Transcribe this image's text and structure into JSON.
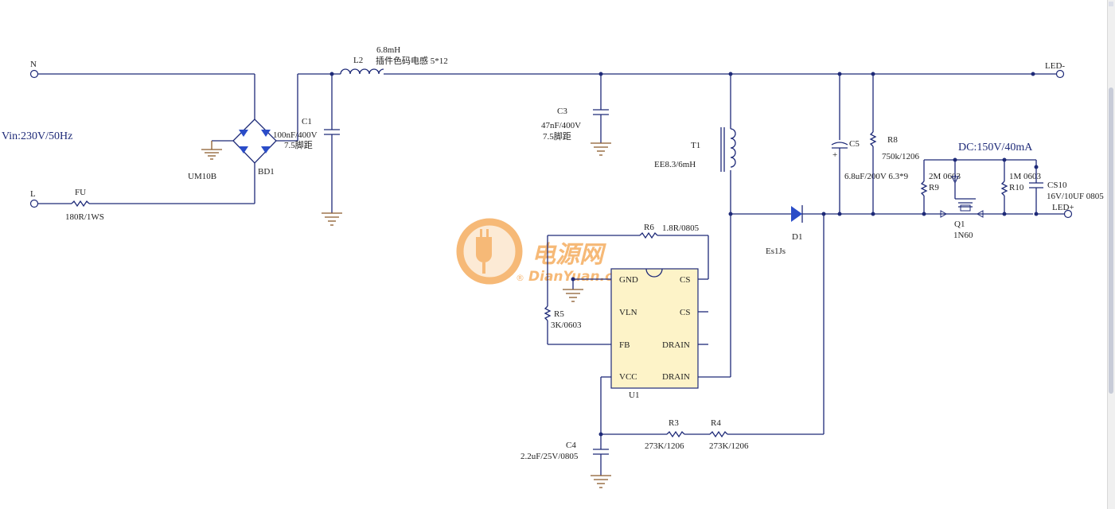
{
  "schematic": {
    "vin_label": "Vin:230V/50Hz",
    "output_label": "DC:150V/40mA",
    "terminals": {
      "n": "N",
      "l": "L",
      "led_minus": "LED-",
      "led_plus": "LED+"
    },
    "fuse": {
      "ref": "FU",
      "value": "180R/1WS"
    },
    "bridge": {
      "ref": "BD1",
      "part": "UM10B"
    },
    "c1": {
      "ref": "C1",
      "value": "100nF/400V",
      "pitch": "7.5脚距"
    },
    "l2": {
      "ref": "L2",
      "value": "6.8mH",
      "desc": "插件色码电感 5*12"
    },
    "c3": {
      "ref": "C3",
      "value": "47nF/400V",
      "pitch": "7.5脚距"
    },
    "t1": {
      "ref": "T1",
      "value": "EE8.3/6mH"
    },
    "c5": {
      "ref": "C5",
      "value": "6.8uF/200V 6.3*9"
    },
    "r8": {
      "ref": "R8",
      "value": "750k/1206"
    },
    "r9": {
      "ref": "R9",
      "value": "2M 0603"
    },
    "r10": {
      "ref": "R10",
      "value": "1M 0603"
    },
    "cs10": {
      "ref": "CS10",
      "value": "16V/10UF 0805"
    },
    "q1": {
      "ref": "Q1",
      "part": "1N60"
    },
    "d1": {
      "ref": "D1",
      "part": "Es1Js"
    },
    "r6": {
      "ref": "R6",
      "value": "1.8R/0805"
    },
    "r5": {
      "ref": "R5",
      "value": "3K/0603"
    },
    "u1": {
      "ref": "U1",
      "pins_left": [
        "GND",
        "VLN",
        "FB",
        "VCC"
      ],
      "pins_right": [
        "CS",
        "CS",
        "DRAIN",
        "DRAIN"
      ]
    },
    "c4": {
      "ref": "C4",
      "value": "2.2uF/25V/0805"
    },
    "r3": {
      "ref": "R3",
      "value": "273K/1206"
    },
    "r4": {
      "ref": "R4",
      "value": "273K/1206"
    }
  },
  "watermark": {
    "brand_cn": "电源网",
    "brand_en": "DianYuan.com",
    "mark": "®"
  },
  "colors": {
    "wire": "#1e2a78",
    "ground": "#8a5a2b",
    "diode_fill": "#2a4cc8",
    "ic_fill": "#fdf3c8",
    "watermark": "#f3a24a"
  },
  "icons": [
    "ground-symbol-icon",
    "diode-icon",
    "inductor-icon",
    "capacitor-icon",
    "resistor-icon",
    "transformer-icon",
    "mosfet-icon",
    "plug-logo-icon"
  ]
}
